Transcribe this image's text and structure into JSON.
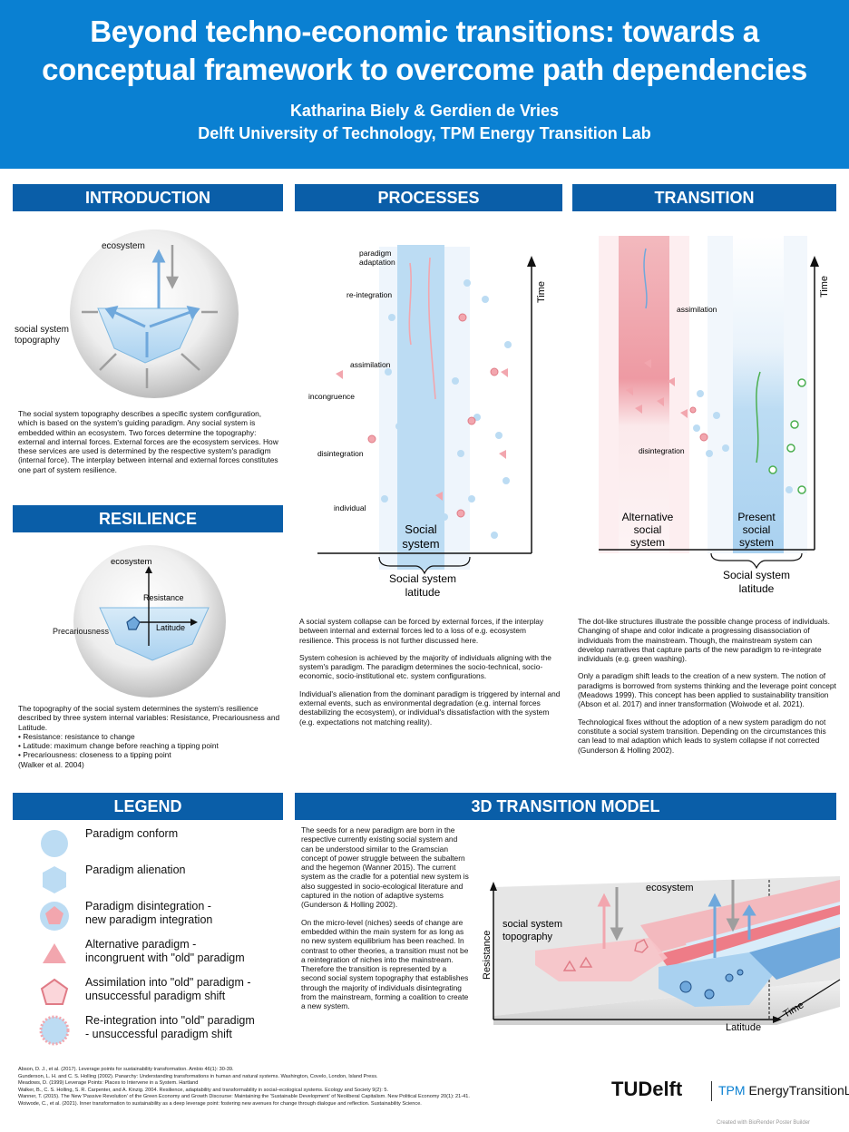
{
  "header": {
    "title_line1": "Beyond techno-economic transitions: towards a",
    "title_line2": "conceptual framework to overcome path dependencies",
    "authors": "Katharina Biely & Gerdien de Vries",
    "affiliation": "Delft University of Technology, TPM Energy Transition Lab"
  },
  "sections": {
    "introduction": "INTRODUCTION",
    "processes": "PROCESSES",
    "transition": "TRANSITION",
    "resilience": "RESILIENCE",
    "legend": "LEGEND",
    "model3d": "3D TRANSITION MODEL"
  },
  "intro": {
    "fig": {
      "ecosystem": "ecosystem",
      "topo1": "social system",
      "topo2": "topography"
    },
    "text": "The social system topography describes a specific system configuration, which is based on the system's guiding paradigm. Any social system is embedded within an ecosystem. Two forces determine the topography: external and internal forces. External forces are the ecosystem services. How these services are used is determined by the respective system's paradigm (internal force). The interplay between internal and external forces constitutes one part of system resilience."
  },
  "resilience": {
    "fig": {
      "ecosystem": "ecosystem",
      "resistance": "Resistance",
      "latitude": "Latitude",
      "precariousness": "Precariousness"
    },
    "text_intro": "The topography of the social system determines the system's resilience described by three system internal variables: Resistance, Precariousness and Latitude.",
    "bullets": [
      "• Resistance: resistance to change",
      "• Latitude: maximum change before reaching a tipping point",
      "• Precariousness: closeness to a tipping point"
    ],
    "ref": "(Walker et al. 2004)"
  },
  "processes": {
    "fig": {
      "paradigm1": "paradigm",
      "paradigm2": "adaptation",
      "reintegration": "re-integration",
      "assimilation": "assimilation",
      "incongruence": "incongruence",
      "disintegration": "disintegration",
      "individual": "individual",
      "time": "Time",
      "social1": "Social",
      "social2": "system",
      "latitude1": "Social system",
      "latitude2": "latitude"
    },
    "paragraphs": [
      "A social system collapse can be forced by external forces, if the interplay between internal and external forces led to a loss of e.g. ecosystem resilience. This process is not further discussed here.",
      "System cohesion is achieved by the majority of individuals aligning with the system's paradigm. The paradigm determines the socio-technical, socio-economic, socio-institutional etc. system configurations.",
      "Individual's alienation from the dominant paradigm is triggered by internal and external events, such as environmental degradation (e.g. internal forces destabilizing the ecosystem), or individual's dissatisfaction with the system (e.g. expectations not matching reality)."
    ]
  },
  "transition": {
    "fig": {
      "assimilation": "assimilation",
      "disintegration": "disintegration",
      "time": "Time",
      "alt1": "Alternative",
      "alt2": "social",
      "alt3": "system",
      "pres1": "Present",
      "pres2": "social",
      "pres3": "system",
      "lat1": "Social system",
      "lat2": "latitude"
    },
    "paragraphs": [
      "The dot-like structures illustrate the possible change process of individuals. Changing of shape and color indicate a progressing disassociation of individuals from the mainstream. Though, the mainstream system can develop narratives that capture parts of the new paradigm to re-integrate individuals (e.g. green washing).",
      "Only a paradigm shift leads to the creation of a new system. The notion of paradigms is borrowed from systems thinking and the leverage point concept (Meadows 1999). This concept has been applied to sustainability transition (Abson et al. 2017) and inner transformation (Woiwode et al. 2021).",
      "Technological fixes without the adoption of a new system paradigm do not constitute a social system transition. Depending on the circumstances this can lead to mal adaption which leads to system collapse if not corrected (Gunderson & Holling 2002)."
    ]
  },
  "legend": [
    {
      "line1": "Paradigm conform",
      "line2": ""
    },
    {
      "line1": "Paradigm alienation",
      "line2": ""
    },
    {
      "line1": "Paradigm disintegration -",
      "line2": "new paradigm integration"
    },
    {
      "line1": "Alternative paradigm -",
      "line2": "incongruent with \"old\" paradigm"
    },
    {
      "line1": "Assimilation into \"old\" paradigm -",
      "line2": "unsuccessful paradigm shift"
    },
    {
      "line1": "Re-integration into \"old\" paradigm",
      "line2": "- unsuccessful paradigm shift"
    }
  ],
  "model3d": {
    "paragraphs": [
      "The seeds for a new paradigm are born in the respective currently existing social system and can be understood similar to the Gramscian concept of power struggle between the subaltern and the hegemon (Wanner 2015). The current system as the cradle for a potential new system is also suggested in socio-ecological literature and captured in the notion of adaptive systems (Gunderson & Holling 2002).",
      "On the micro-level (niches) seeds of change are embedded within the main system for as long as no new system equilibrium has been reached. In contrast to other theories, a transition must not be a reintegration of niches into the mainstream. Therefore the transition is represented by a second social system topography that establishes through the majority of individuals disintegrating from the mainstream, forming a coalition to create a new system."
    ],
    "fig": {
      "ecosystem": "ecosystem",
      "topo1": "social system",
      "topo2": "topography",
      "resistance": "Resistance",
      "latitude": "Latitude",
      "time": "Time"
    }
  },
  "references": [
    "Abson, D. J., et al. (2017). Leverage points for sustainability transformation. Ambio 46(1): 30-39.",
    "Gunderson, L. H. and C. S. Holling (2002). Panarchy: Understanding transformations in human and natural systems. Washington, Covelo, London, Island Press.",
    "Meadows, D. (1999) Leverage Points: Places to Intervene in a System. Hartland",
    "Walker, B., C. S. Holling, S. R. Carpenter, and A. Kinzig. 2004. Resilience, adaptability and transformability in social–ecological systems. Ecology and Society 9(2): 5.",
    "Wanner, T. (2015). The New 'Passive Revolution' of the Green Economy and Growth Discourse: Maintaining the 'Sustainable Development' of Neoliberal Capitalism. New Political Economy 20(1): 21-41.",
    "Woiwode, C., et al. (2021). Inner transformation to sustainability as a deep leverage point: fostering new avenues for change through dialogue and reflection. Sustainability Science."
  ],
  "logo": {
    "brand": "TUDelft",
    "lab_prefix": "TPM",
    "lab": " EnergyTransitionLab"
  },
  "credit": "Created with BioRender Poster Builder",
  "colors": {
    "header": "#0a80d2",
    "section": "#0a5ea8",
    "blue_light": "#bcdcf3",
    "pink": "#f0a0a8",
    "green": "#4caf50"
  }
}
